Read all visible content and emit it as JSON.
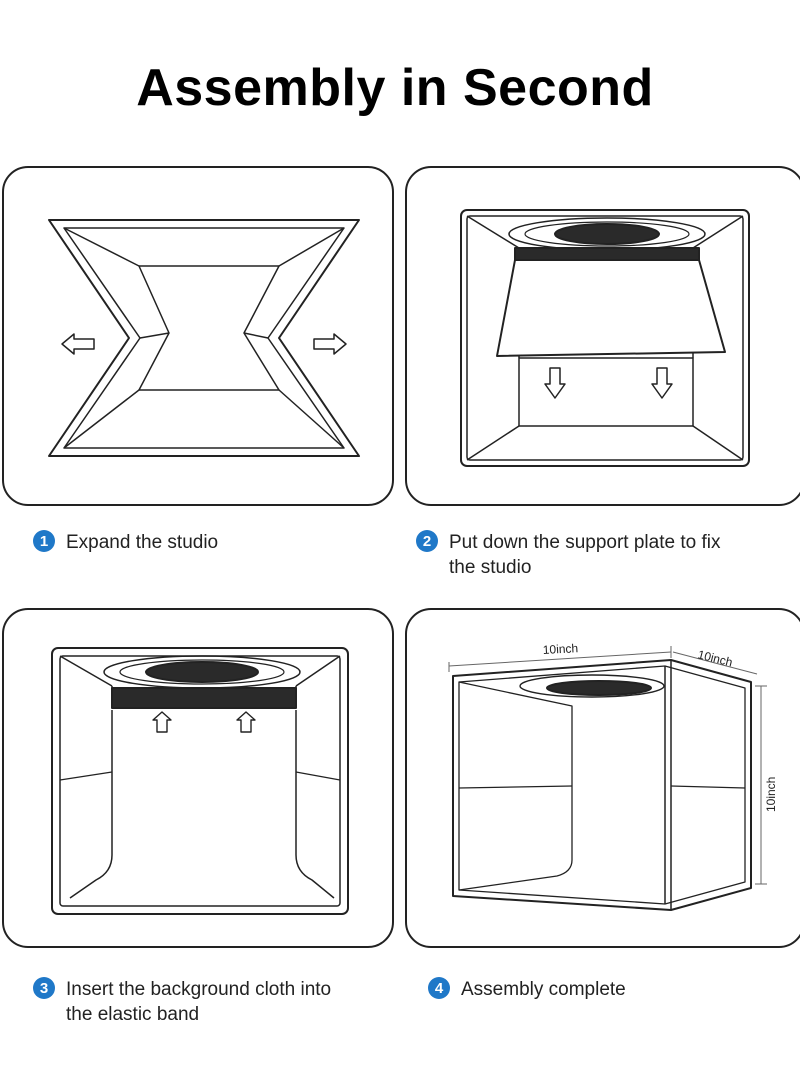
{
  "title": "Assembly in Second",
  "steps": [
    {
      "number": "1",
      "text": "Expand the studio"
    },
    {
      "number": "2",
      "text": "Put down the support plate to fix\nthe studio"
    },
    {
      "number": "3",
      "text": "Insert the background cloth into\nthe elastic band"
    },
    {
      "number": "4",
      "text": "Assembly complete"
    }
  ],
  "dimensions": {
    "width": "10inch",
    "depth": "10inch",
    "height": "10inch"
  },
  "colors": {
    "badge": "#1f78c8",
    "line": "#222222"
  }
}
